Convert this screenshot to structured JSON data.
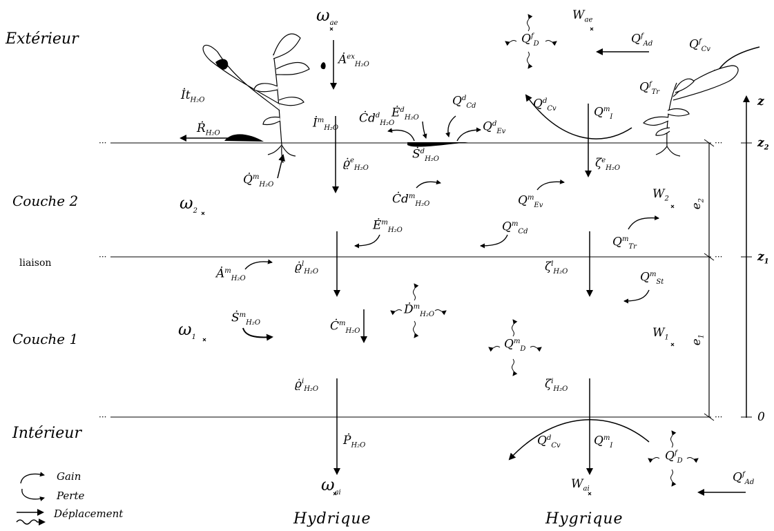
{
  "regions": {
    "exterieur": "Extérieur",
    "couche2": "Couche 2",
    "liaison": "liaison",
    "couche1": "Couche 1",
    "interieur": "Intérieur"
  },
  "columns": {
    "hydrique": "Hydrique",
    "hygrique": "Hygrique"
  },
  "axis": {
    "z": "z",
    "z2": "z",
    "z2_sub": "2",
    "z1": "z",
    "z1_sub": "1",
    "zero": "0",
    "e2": "e",
    "e2_sub": "2",
    "e1": "e",
    "e1_sub": "1"
  },
  "legend": {
    "gain": "Gain",
    "perte": "Perte",
    "deplacement": "Déplacement"
  },
  "symbols": {
    "omega_ae": {
      "base": "ω",
      "sub": "ae"
    },
    "omega_2": {
      "base": "ω",
      "sub": "2"
    },
    "omega_1": {
      "base": "ω",
      "sub": "1"
    },
    "omega_ai": {
      "base": "ω",
      "sub": "ai"
    },
    "W_ae": {
      "base": "W",
      "sub": "ae"
    },
    "W_2": {
      "base": "W",
      "sub": "2"
    },
    "W_1": {
      "base": "W",
      "sub": "1"
    },
    "W_ai": {
      "base": "W",
      "sub": "ai"
    },
    "A_ex": {
      "base": "Ȧ",
      "sup": "ex",
      "sub": "H₂O"
    },
    "It": {
      "base": "İt",
      "sub": "H₂O"
    },
    "I_m": {
      "base": "İ",
      "sup": "m",
      "sub": "H₂O"
    },
    "R": {
      "base": "Ṙ",
      "sub": "H₂O"
    },
    "Q_m_root": {
      "base": "Q̇",
      "sup": "m",
      "sub": "H₂O"
    },
    "E_d": {
      "base": "Ė",
      "sup": "d",
      "sub": "H₂O"
    },
    "Cd_d": {
      "base": "Ċd",
      "sup": "d",
      "sub": "H₂O"
    },
    "S_d": {
      "base": "Ṡ",
      "sup": "d",
      "sub": "H₂O"
    },
    "Q_Cd_d": {
      "base": "Q",
      "sup": "d",
      "sub": "Cd"
    },
    "Q_Ev_d": {
      "base": "Q",
      "sup": "d",
      "sub": "Ev"
    },
    "Q_D_f_top": {
      "base": "Q",
      "sup": "f",
      "sub": "D"
    },
    "Q_Ad_f_top": {
      "base": "Q",
      "sup": "f",
      "sub": "Ad"
    },
    "Q_Cv_f": {
      "base": "Q",
      "sup": "f",
      "sub": "Cv"
    },
    "Q_Tr_f": {
      "base": "Q",
      "sup": "f",
      "sub": "Tr"
    },
    "Q_Cv_d_top": {
      "base": "Q",
      "sup": "d",
      "sub": "Cv"
    },
    "Q_I_m_top": {
      "base": "Q",
      "sup": "m",
      "sub": "I"
    },
    "rho_e": {
      "base": "ϱ̇",
      "sup": "e",
      "sub": "H₂O"
    },
    "zeta_e": {
      "base": "ζ",
      "sup": "e",
      "sub": "H₂O"
    },
    "Cd_m": {
      "base": "Ċd",
      "sup": "m",
      "sub": "H₂O"
    },
    "Q_Ev_m": {
      "base": "Q",
      "sup": "m",
      "sub": "Ev"
    },
    "E_m": {
      "base": "Ė",
      "sup": "m",
      "sub": "H₂O"
    },
    "Q_Cd_m": {
      "base": "Q",
      "sup": "m",
      "sub": "Cd"
    },
    "Q_Tr_m": {
      "base": "Q",
      "sup": "m",
      "sub": "Tr"
    },
    "A_m": {
      "base": "Ȧ",
      "sup": "m",
      "sub": "H₂O"
    },
    "rho_l": {
      "base": "ϱ̇",
      "sup": "l",
      "sub": "H₂O"
    },
    "zeta_l": {
      "base": "ζ",
      "sup": "l",
      "sub": "H₂O"
    },
    "Q_St_m": {
      "base": "Q",
      "sup": "m",
      "sub": "St"
    },
    "S_m": {
      "base": "Ṡ",
      "sup": "m",
      "sub": "H₂O"
    },
    "C_m": {
      "base": "Ċ",
      "sup": "m",
      "sub": "H₂O"
    },
    "D_m": {
      "base": "Ḋ",
      "sup": "m",
      "sub": "H₂O"
    },
    "Q_D_m": {
      "base": "Q",
      "sup": "m",
      "sub": "D"
    },
    "rho_i": {
      "base": "ϱ̇",
      "sup": "i",
      "sub": "H₂O"
    },
    "zeta_i": {
      "base": "ζ",
      "sup": "i",
      "sub": "H₂O"
    },
    "P": {
      "base": "Ṗ",
      "sub": "H₂O"
    },
    "Q_Cv_d_bot": {
      "base": "Q",
      "sup": "d",
      "sub": "Cv"
    },
    "Q_I_m_bot": {
      "base": "Q",
      "sup": "m",
      "sub": "I"
    },
    "Q_D_f_bot": {
      "base": "Q",
      "sup": "f",
      "sub": "D"
    },
    "Q_Ad_f_bot": {
      "base": "Q",
      "sup": "f",
      "sub": "Ad"
    }
  }
}
